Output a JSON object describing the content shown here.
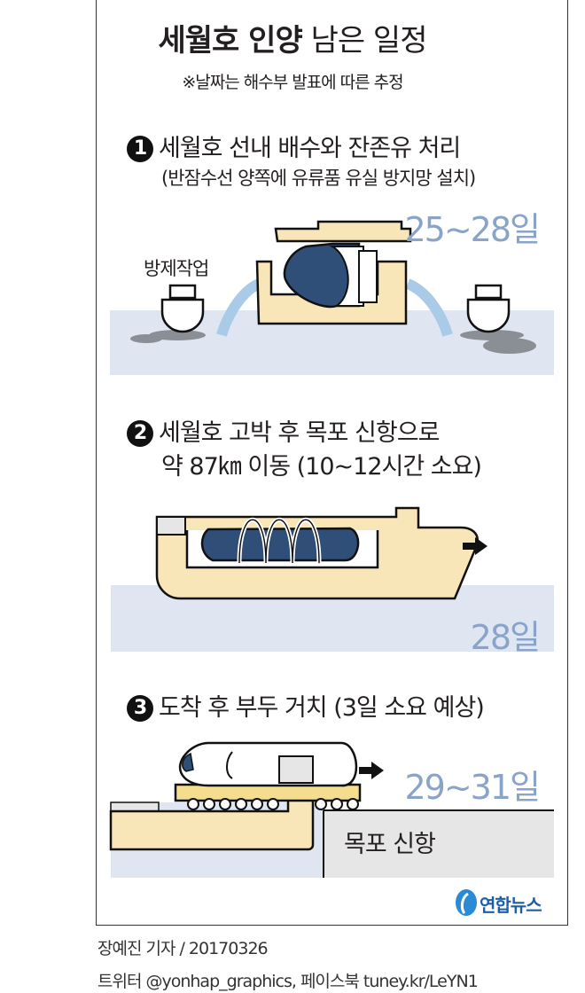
{
  "title": {
    "bold": "세월호 인양",
    "light": "남은 일정"
  },
  "subtitle": "※날짜는 해수부 발표에 따른 추정",
  "steps": [
    {
      "number": "1",
      "heading": "세월호 선내 배수와 잔존유 처리",
      "note": "(반잠수선 양쪽에 유류품 유실 방지망 설치)",
      "date": "25~28일",
      "label": "방제작업"
    },
    {
      "number": "2",
      "heading": "세월호 고박 후 목포 신항으로",
      "heading2": "약 87㎞ 이동 (10~12시간 소요)",
      "date": "28일"
    },
    {
      "number": "3",
      "heading": "도착 후 부두 거치 (3일 소요 예상)",
      "date": "29~31일",
      "label": "목포 신항"
    }
  ],
  "logo": "연합뉴스",
  "footer": {
    "credit": "장예진 기자 / 20170326",
    "social": "트위터 @yonhap_graphics, 페이스북 tuney.kr/LeYN1"
  },
  "colors": {
    "date": "#8aa3c8",
    "water": "#dfe6f2",
    "deck": "#f8e5b8",
    "hull": "#2f4f78"
  }
}
